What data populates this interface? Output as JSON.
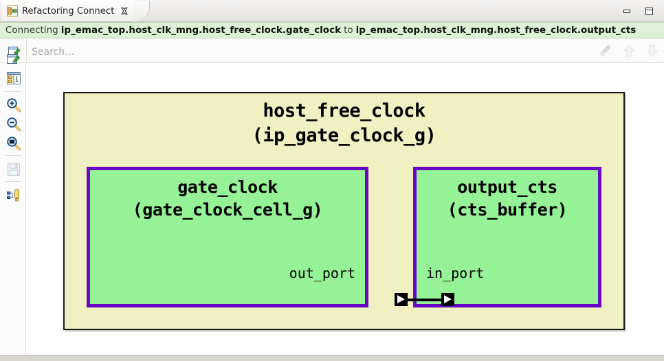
{
  "window": {
    "tab": {
      "title": "Refactoring Connect",
      "icon": "hierarchy-icon",
      "close_icon": "close-icon"
    },
    "controls": {
      "minimize_icon": "minimize-icon",
      "maximize_icon": "maximize-icon"
    }
  },
  "connecting_bar": {
    "lead": "Connecting",
    "source_path": "ip_emac_top.host_clk_mng.host_free_clock.gate_clock",
    "middle": "to",
    "target_path": "ip_emac_top.host_clk_mng.host_free_clock.output_cts",
    "background_color": "#dff0d8"
  },
  "search": {
    "placeholder": "Search...",
    "value": "",
    "lead_icon": "search-edit-icon",
    "tools": [
      {
        "name": "clear-broom-icon",
        "enabled": false
      },
      {
        "name": "arrow-up-icon",
        "enabled": false
      },
      {
        "name": "arrow-down-icon",
        "enabled": false
      }
    ]
  },
  "toolbar_rail": {
    "items": [
      {
        "name": "search-edit-icon",
        "label": "Search / Edit"
      },
      {
        "name": "properties-icon",
        "label": "Properties"
      },
      {
        "name": "zoom-in-icon",
        "label": "Zoom In"
      },
      {
        "name": "zoom-out-icon",
        "label": "Zoom Out"
      },
      {
        "name": "zoom-fit-icon",
        "label": "Zoom Fit"
      },
      {
        "name": "save-icon",
        "label": "Save"
      },
      {
        "name": "hierarchy-pin-icon",
        "label": "Hierarchy"
      }
    ]
  },
  "diagram": {
    "outer_block": {
      "instance_name": "host_free_clock",
      "module_name": "(ip_gate_clock_g)",
      "fill_color": "#f0f0c2",
      "border_color": "#1a1a1a"
    },
    "blocks": [
      {
        "instance_name": "gate_clock",
        "module_name": "(gate_clock_cell_g)",
        "port_label": "out_port",
        "port_direction": "out",
        "fill_color": "#96f296",
        "border_color": "#6a07c4"
      },
      {
        "instance_name": "output_cts",
        "module_name": "(cts_buffer)",
        "port_label": "in_port",
        "port_direction": "in",
        "fill_color": "#96f296",
        "border_color": "#6a07c4"
      }
    ],
    "connection": {
      "from": "out_port",
      "to": "in_port",
      "marker": "arrow-port-marker"
    }
  }
}
